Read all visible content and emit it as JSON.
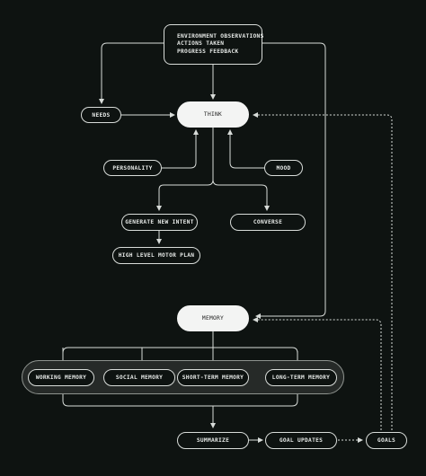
{
  "colors": {
    "background": "#0e1311",
    "stroke": "#d8dcd9",
    "accent_fill": "#f3f4f3",
    "tray_fill": "#262a28"
  },
  "nodes": {
    "env": [
      "ENVIRONMENT OBSERVATIONS",
      "ACTIONS TAKEN",
      "PROGRESS FEEDBACK"
    ],
    "think": "THINK",
    "needs": "NEEDS",
    "personality": "PERSONALITY",
    "mood": "MOOD",
    "generate_intent": "GENERATE NEW INTENT",
    "converse": "CONVERSE",
    "motor_plan": "HIGH LEVEL MOTOR PLAN",
    "memory": "MEMORY",
    "working_memory": "WORKING MEMORY",
    "social_memory": "SOCIAL MEMORY",
    "short_term_memory": "SHORT-TERM MEMORY",
    "long_term_memory": "LONG-TERM MEMORY",
    "summarize": "SUMMARIZE",
    "goal_updates": "GOAL UPDATES",
    "goals": "GOALS"
  }
}
